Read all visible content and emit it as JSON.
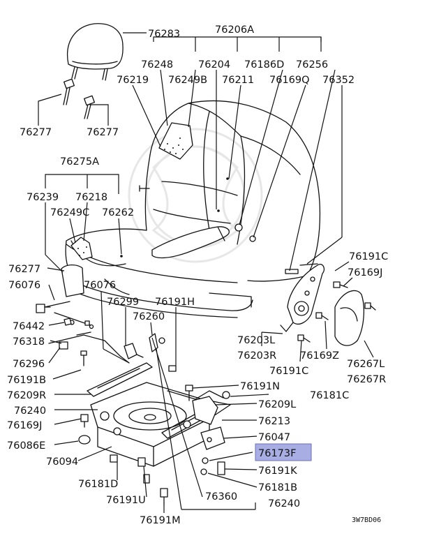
{
  "diagram_code": "3W7BD06",
  "highlight_color": "#a8aee4",
  "labels": {
    "l76283": "76283",
    "l76206A": "76206A",
    "l76248": "76248",
    "l76204": "76204",
    "l76186D": "76186D",
    "l76256": "76256",
    "l76219": "76219",
    "l76249B": "76249B",
    "l76211": "76211",
    "l76169Q": "76169Q",
    "l76352": "76352",
    "l76277a": "76277",
    "l76277b": "76277",
    "l76275A": "76275A",
    "l76239": "76239",
    "l76218": "76218",
    "l76249C": "76249C",
    "l76262": "76262",
    "l76277c": "76277",
    "l76076a": "76076",
    "l76076b": "76076",
    "l76299": "76299",
    "l76191H": "76191H",
    "l76191C_a": "76191C",
    "l76169J_a": "76169J",
    "l76260": "76260",
    "l76442": "76442",
    "l76318": "76318",
    "l76296": "76296",
    "l76191B": "76191B",
    "l76203L": "76203L",
    "l76203R": "76203R",
    "l76169Z": "76169Z",
    "l76191C_b": "76191C",
    "l76267L": "76267L",
    "l76267R": "76267R",
    "l76209R": "76209R",
    "l76191N": "76191N",
    "l76181C": "76181C",
    "l76240a": "76240",
    "l76209L": "76209L",
    "l76169J_b": "76169J",
    "l76213": "76213",
    "l76086E": "76086E",
    "l76047": "76047",
    "l76173F": "76173F",
    "l76094": "76094",
    "l76191K": "76191K",
    "l76181D": "76181D",
    "l76181B": "76181B",
    "l76191U": "76191U",
    "l76360": "76360",
    "l76240b": "76240",
    "l76191M": "76191M"
  }
}
